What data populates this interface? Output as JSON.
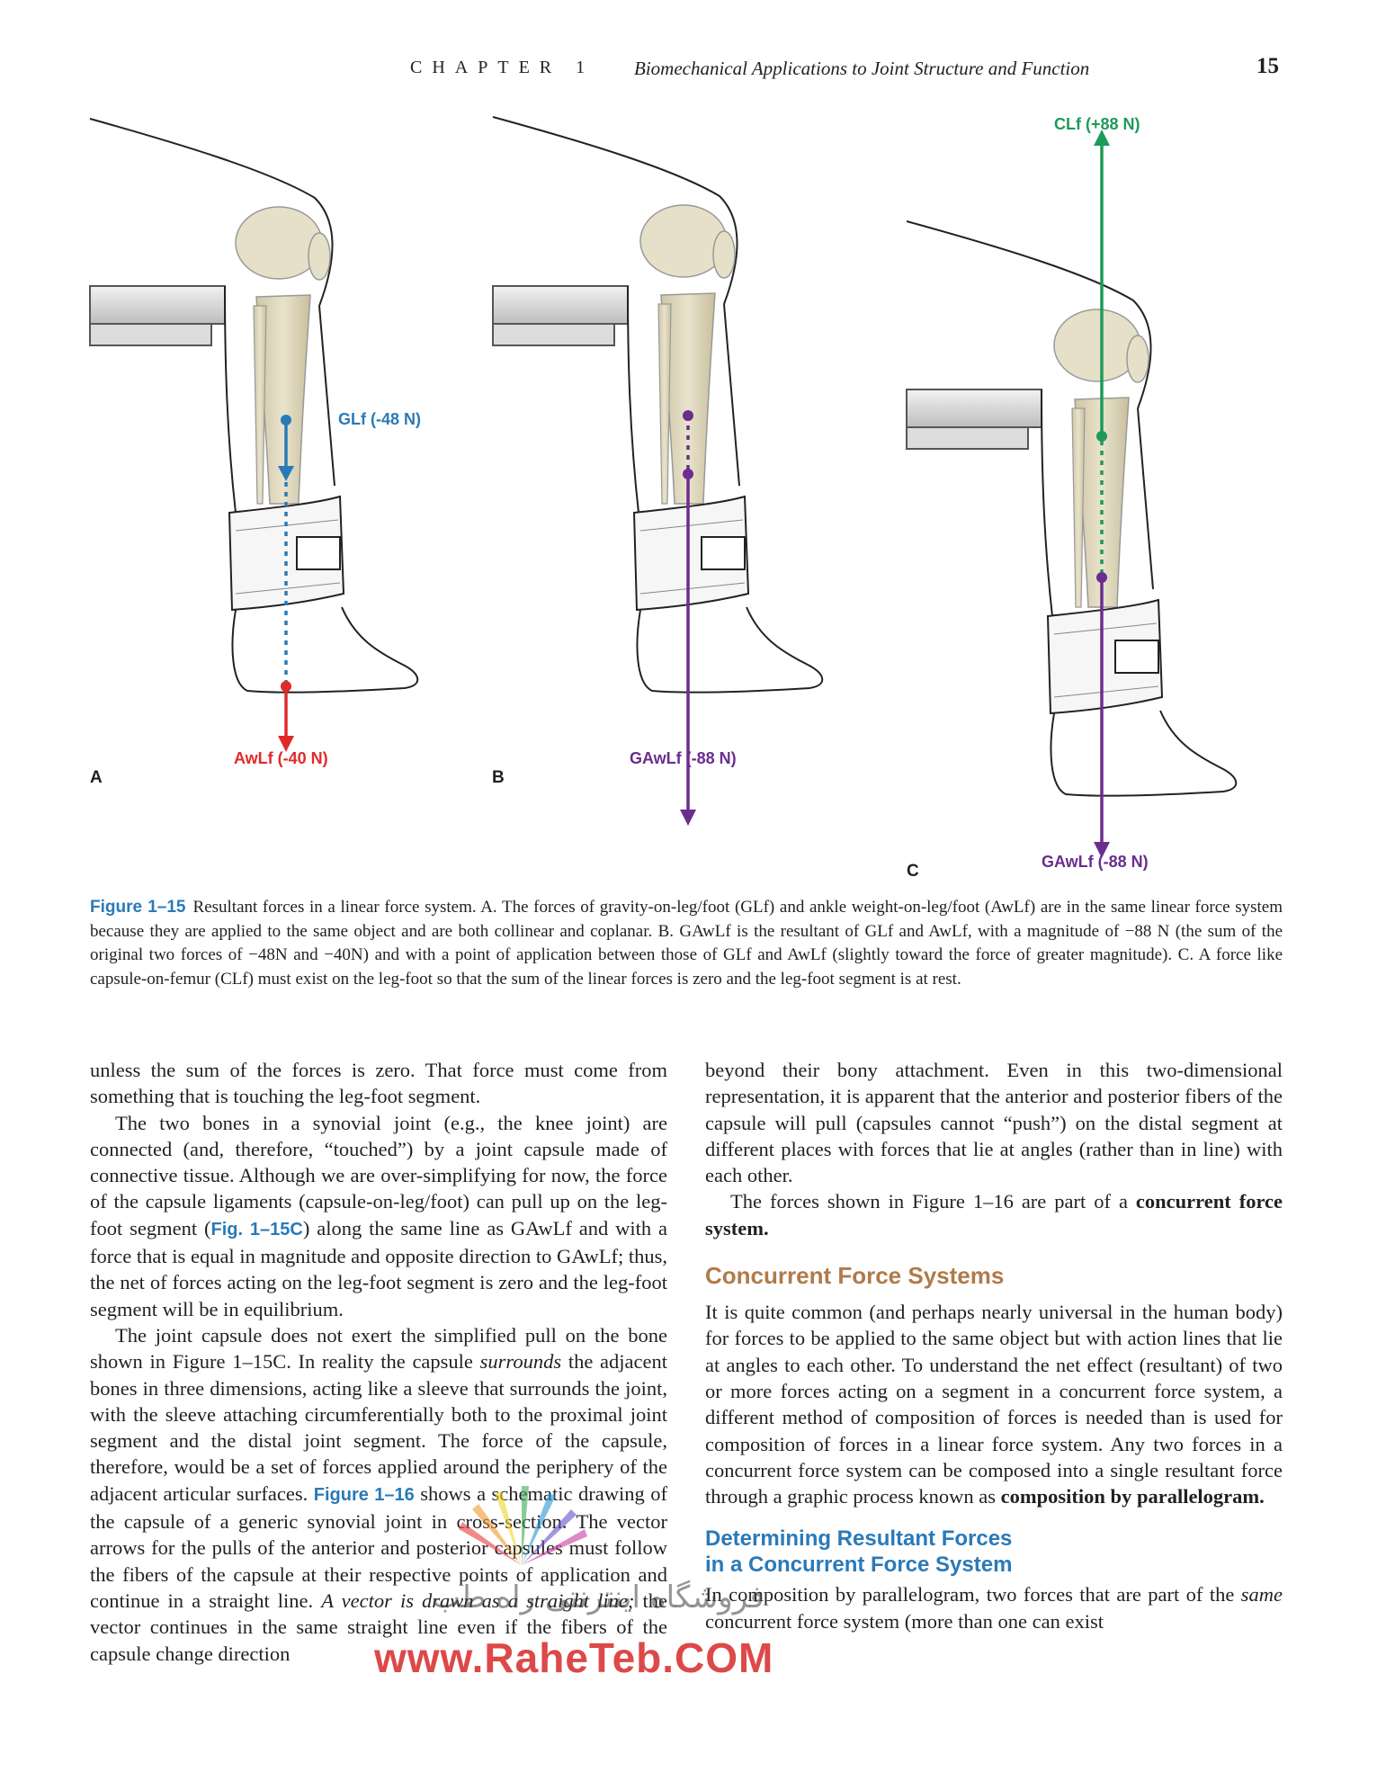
{
  "header": {
    "chapter": "CHAPTER 1",
    "title": "Biomechanical Applications to Joint Structure and Function",
    "page_number": "15"
  },
  "figure": {
    "panels": {
      "a": "A",
      "b": "B",
      "c": "C"
    },
    "labels": {
      "glf": "GLf (-48 N)",
      "awlf": "AwLf (-40 N)",
      "gawlf_b": "GAwLf (-88 N)",
      "clf": "CLf (+88 N)",
      "gawlf_c": "GAwLf (-88 N)"
    },
    "colors": {
      "glf": "#2a7ab8",
      "awlf": "#e02a2a",
      "gawlf": "#6b2d8f",
      "clf": "#1e9a5a"
    },
    "caption": {
      "number": "Figure 1–15",
      "text": "Resultant forces in a linear force system. A. The forces of gravity-on-leg/foot (GLf) and ankle weight-on-leg/foot (AwLf) are in the same linear force system because they are applied to the same object and are both collinear and coplanar. B. GAwLf is the resultant of GLf and AwLf, with a magnitude of −88 N (the sum of the original two forces of −48N and −40N) and with a point of application between those of GLf and AwLf (slightly toward the force of greater magnitude). C. A force like capsule-on-femur (CLf) must exist on the leg-foot so that the sum of the linear forces is zero and the leg-foot segment is at rest."
    }
  },
  "left_column": {
    "p1": "unless the sum of the forces is zero. That force must come from something that is touching the leg-foot segment.",
    "p2a": "The two bones in a synovial joint (e.g., the knee joint) are connected (and, therefore, “touched”) by a joint capsule made of connective tissue. Although we are over-simplifying for now, the force of the capsule ligaments (capsule-on-leg/foot) can pull up on the leg-foot segment (",
    "p2_ref": "Fig. 1–15C",
    "p2b": ") along the same line as GAwLf and with a force that is equal in magnitude and opposite direction to GAwLf; thus, the net of forces acting on the leg-foot segment is zero and the leg-foot segment will be in equilibrium.",
    "p3a": "The joint capsule does not exert the simplified pull on the bone shown in Figure 1–15C. In reality the capsule ",
    "p3_em": "surrounds",
    "p3b": " the adjacent bones in three dimensions, acting like a sleeve that surrounds the joint, with the sleeve attaching circumferentially both to the proximal joint segment and the distal joint segment. The force of the capsule, therefore, would be a set of forces applied around the periphery of the adjacent articular surfaces. ",
    "p3_ref": "Figure 1–16",
    "p3c": " shows a schematic drawing of the capsule of a generic synovial joint in cross-section. The vector arrows for the pulls of the anterior and posterior capsules must follow the fibers of the capsule at their respective points of application and continue in a straight line. ",
    "p3_em2": "A vector is drawn as a straight line;",
    "p3d": " the vector continues in the same straight line even if the fibers of the capsule change direction"
  },
  "right_column": {
    "p1": "beyond their bony attachment. Even in this two-dimensional representation, it is apparent that the anterior and posterior fibers of the capsule will pull (capsules cannot “push”) on the distal segment at different places with forces that lie at angles (rather than in line) with each other.",
    "p2a": "The forces shown in Figure 1–16 are part of a ",
    "p2_b": "concurrent force system.",
    "heading1": "Concurrent Force Systems",
    "p3a": "It is quite common (and perhaps nearly universal in the human body) for forces to be applied to the same object but with action lines that lie at angles to each other. To understand the net effect (resultant) of two or more forces acting on a segment in a concurrent force system, a different method of composition of forces is needed than is used for composition of forces in a linear force system. Any two forces in a concurrent force system can be composed into a single resultant force through a graphic process known as ",
    "p3_b": "composition by parallelogram.",
    "heading2_line1": "Determining Resultant Forces",
    "heading2_line2": "in a Concurrent Force System",
    "p4a": "In composition by parallelogram, two forces that are part of the ",
    "p4_em": "same",
    "p4b": " concurrent force system (more than one can exist"
  },
  "watermark": {
    "persian": "فروشگاه اینترنتی راه طب",
    "url": "www.RaheTeb.COM"
  }
}
